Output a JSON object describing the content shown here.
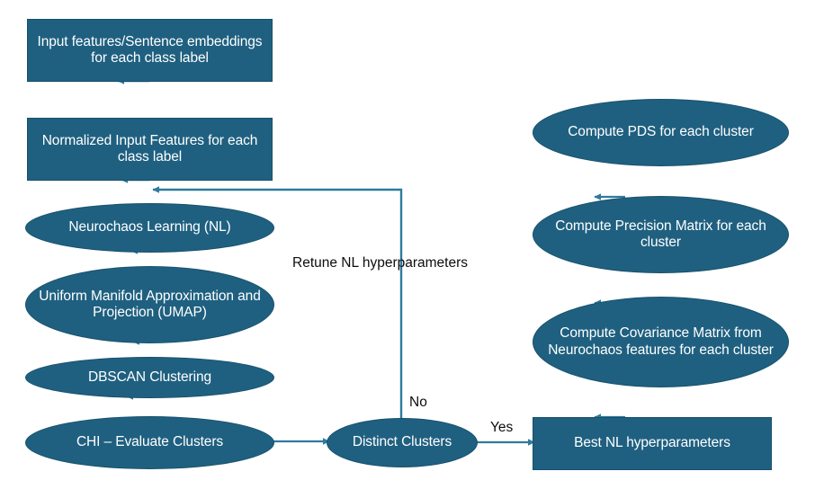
{
  "diagram": {
    "title": "Neurochaos Learning clustering and PDS computation pipeline",
    "background_color": "#ffffff",
    "node_fill_color": "#1F6080",
    "node_border_color": "#17506B",
    "node_text_color": "#ffffff",
    "edge_color": "#2F7A9E",
    "label_text_color": "#0d0d0d",
    "nodes": [
      {
        "id": "input-features",
        "shape": "rect",
        "label": "Input features/Sentence embeddings for each class label"
      },
      {
        "id": "normalized-features",
        "shape": "rect",
        "label": "Normalized Input Features for each class label"
      },
      {
        "id": "neurochaos-learning",
        "shape": "ellipse",
        "label": "Neurochaos Learning (NL)"
      },
      {
        "id": "umap",
        "shape": "ellipse",
        "label": "Uniform Manifold Approximation and Projection (UMAP)"
      },
      {
        "id": "dbscan",
        "shape": "ellipse",
        "label": "DBSCAN Clustering"
      },
      {
        "id": "chi-evaluate",
        "shape": "ellipse",
        "label": "CHI – Evaluate Clusters"
      },
      {
        "id": "distinct-clusters",
        "shape": "ellipse",
        "label": "Distinct Clusters"
      },
      {
        "id": "best-hyperparameters",
        "shape": "rect",
        "label": "Best NL hyperparameters"
      },
      {
        "id": "compute-covariance",
        "shape": "ellipse",
        "label": "Compute Covariance Matrix from Neurochaos features for each cluster"
      },
      {
        "id": "compute-precision",
        "shape": "ellipse",
        "label": "Compute Precision Matrix for each cluster"
      },
      {
        "id": "compute-pds",
        "shape": "ellipse",
        "label": "Compute PDS for each cluster"
      }
    ],
    "edge_labels": {
      "retune": "Retune NL hyperparameters",
      "no": "No",
      "yes": "Yes"
    }
  }
}
